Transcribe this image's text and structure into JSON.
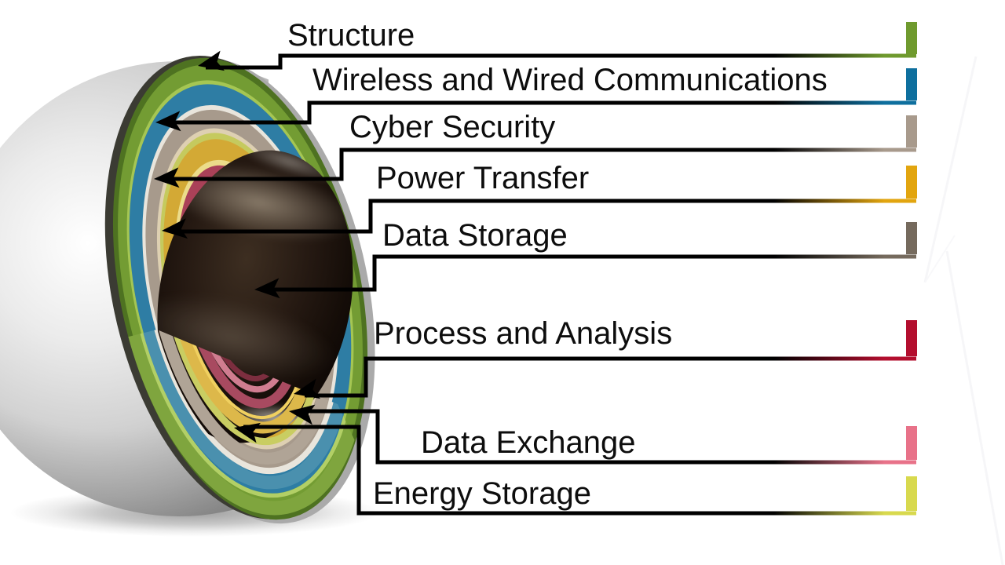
{
  "layers": [
    {
      "label": "Structure",
      "color": "#6f9a2e"
    },
    {
      "label": "Wireless and Wired Communications",
      "color": "#0e6f9e"
    },
    {
      "label": "Cyber Security",
      "color": "#a89a8c"
    },
    {
      "label": "Power Transfer",
      "color": "#e2a50f"
    },
    {
      "label": "Data Storage",
      "color": "#756a5d"
    },
    {
      "label": "Process and Analysis",
      "color": "#b30e2e"
    },
    {
      "label": "Data Exchange",
      "color": "#e87289"
    },
    {
      "label": "Energy Storage",
      "color": "#d8d94e"
    }
  ]
}
